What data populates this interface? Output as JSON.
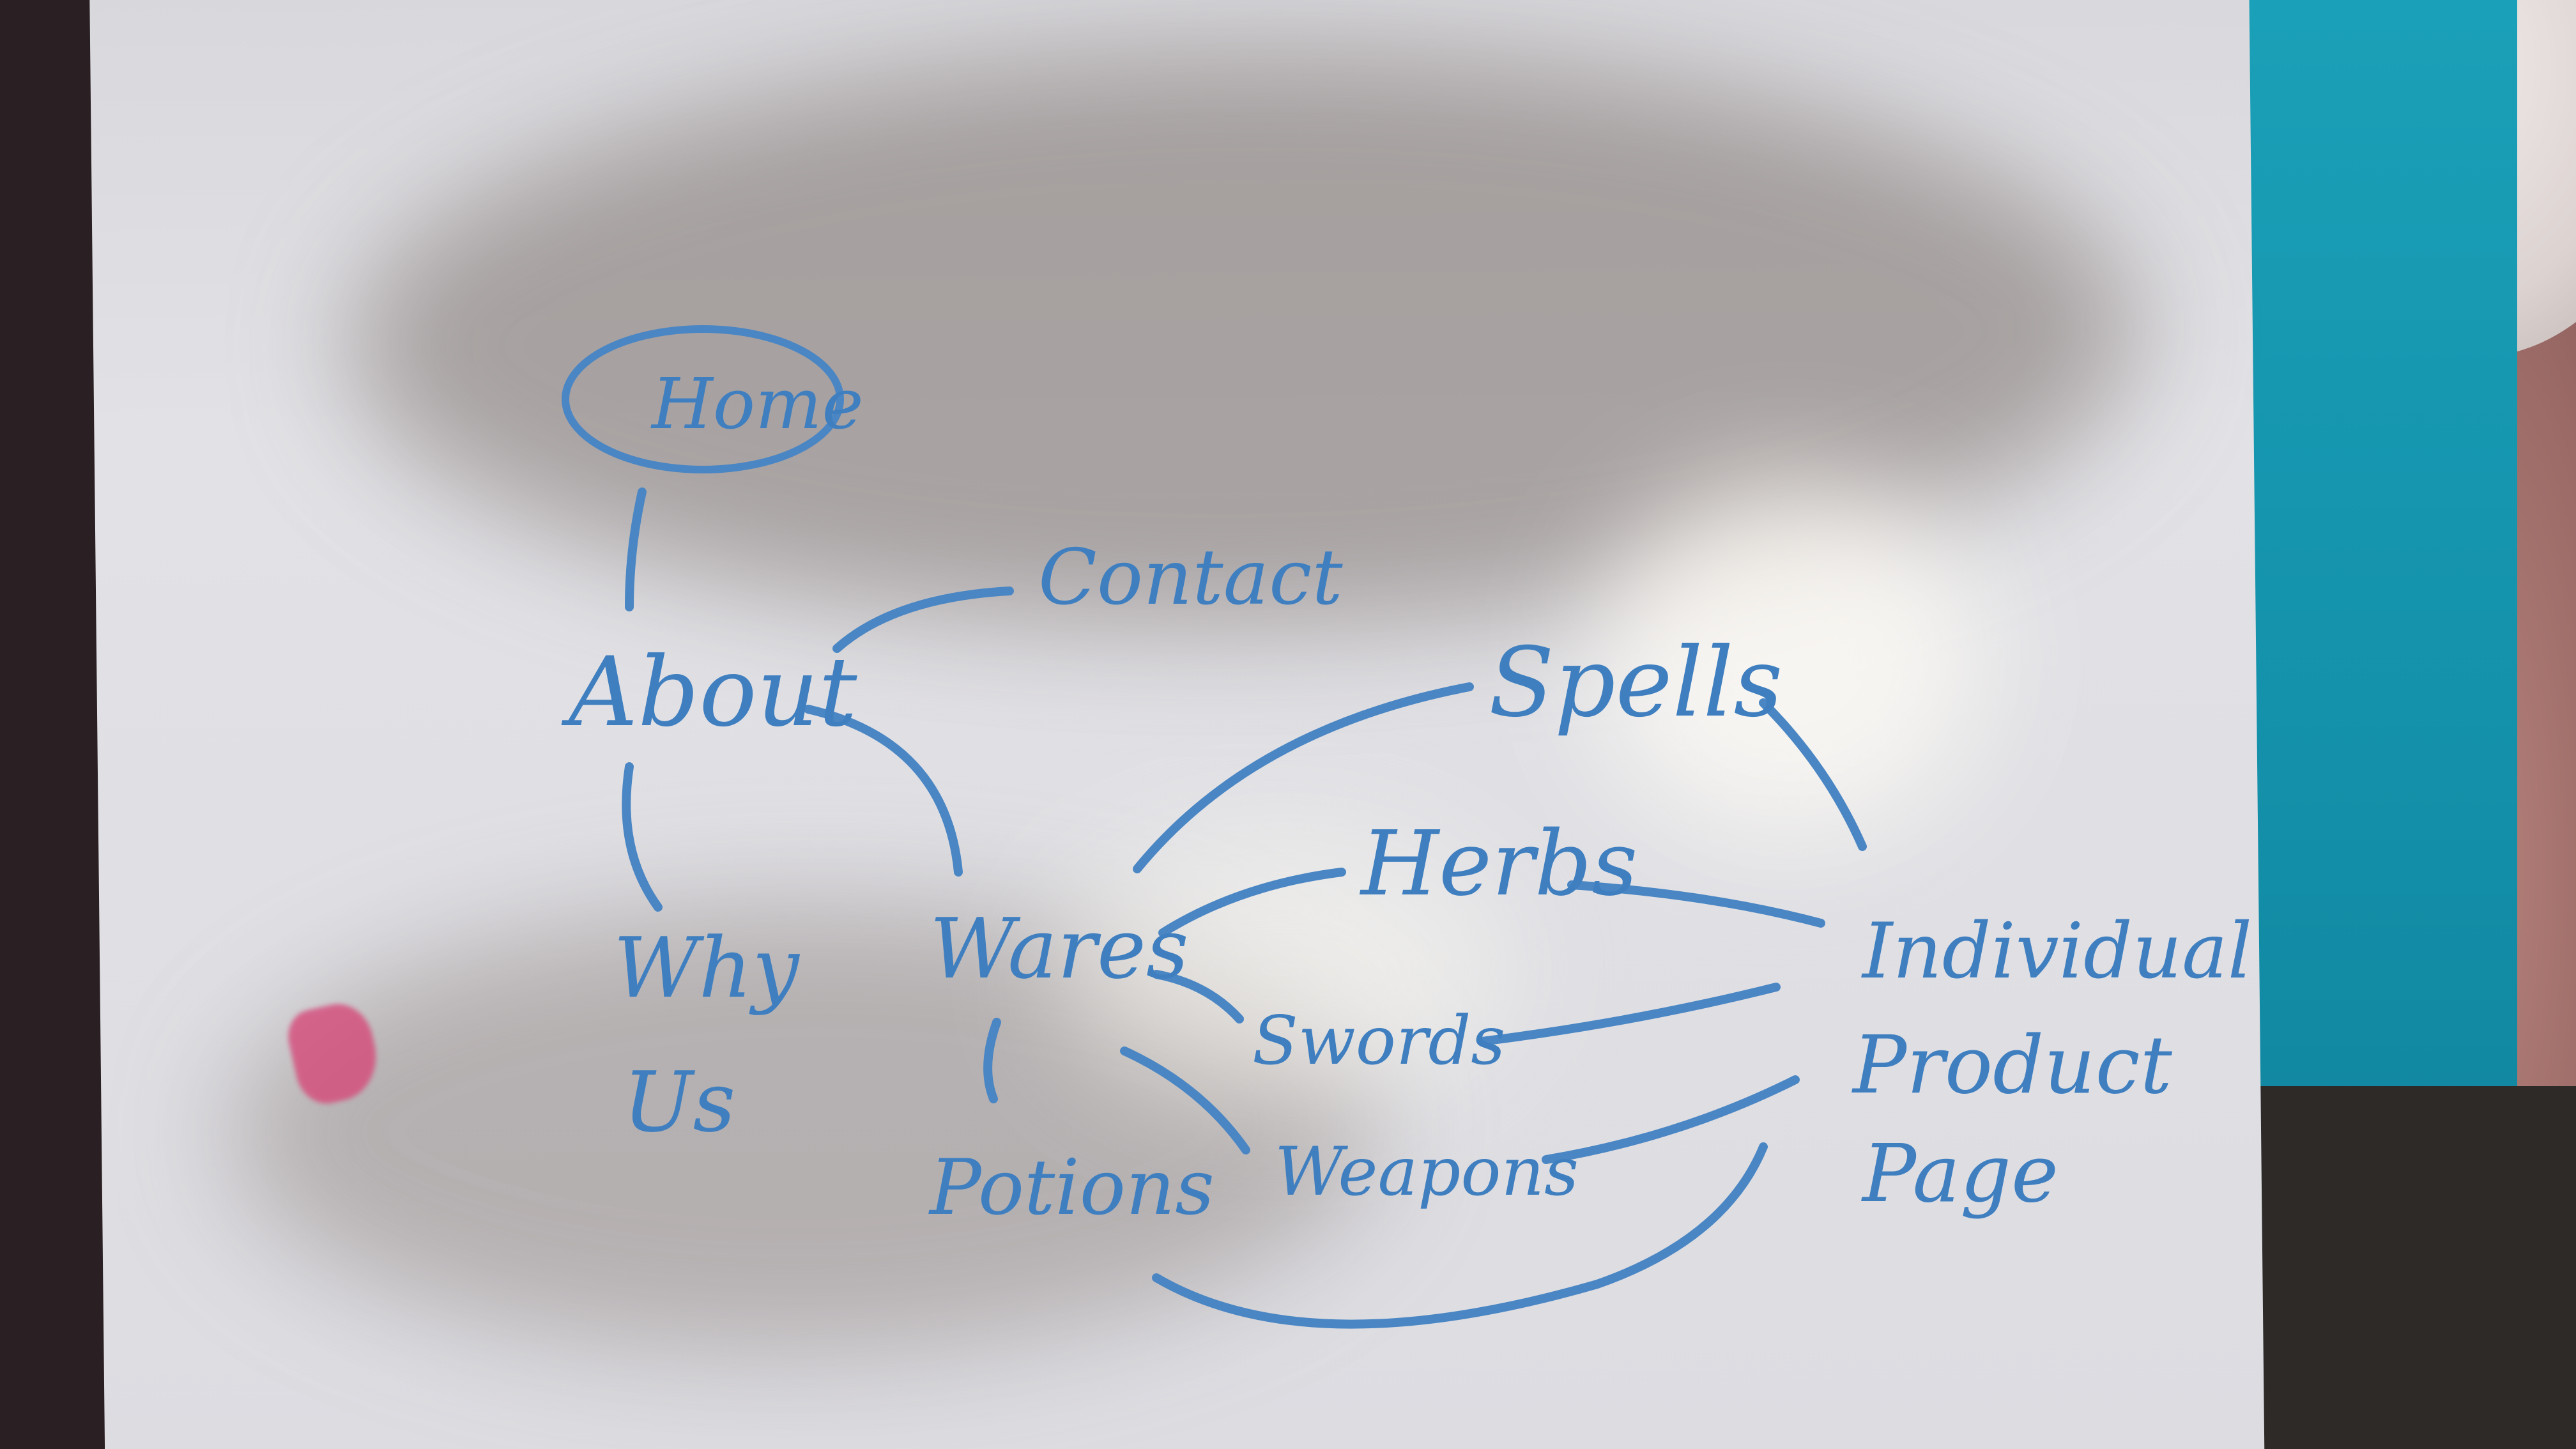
{
  "nodes": {
    "home": "Home",
    "contact": "Contact",
    "about": "About",
    "spells": "Spells",
    "herbs": "Herbs",
    "why_us_line1": "Why",
    "why_us_line2": "Us",
    "wares": "Wares",
    "swords": "Swords",
    "individual_product_page_line1": "Individual",
    "individual_product_page_line2": "Product",
    "individual_product_page_line3": "Page",
    "potions": "Potions",
    "weapons": "Weapons"
  },
  "colors": {
    "ink": "#3f7fc0",
    "paper": "#dedee2",
    "folder": "#1aa0b8",
    "smudge": "#d64a7a"
  }
}
